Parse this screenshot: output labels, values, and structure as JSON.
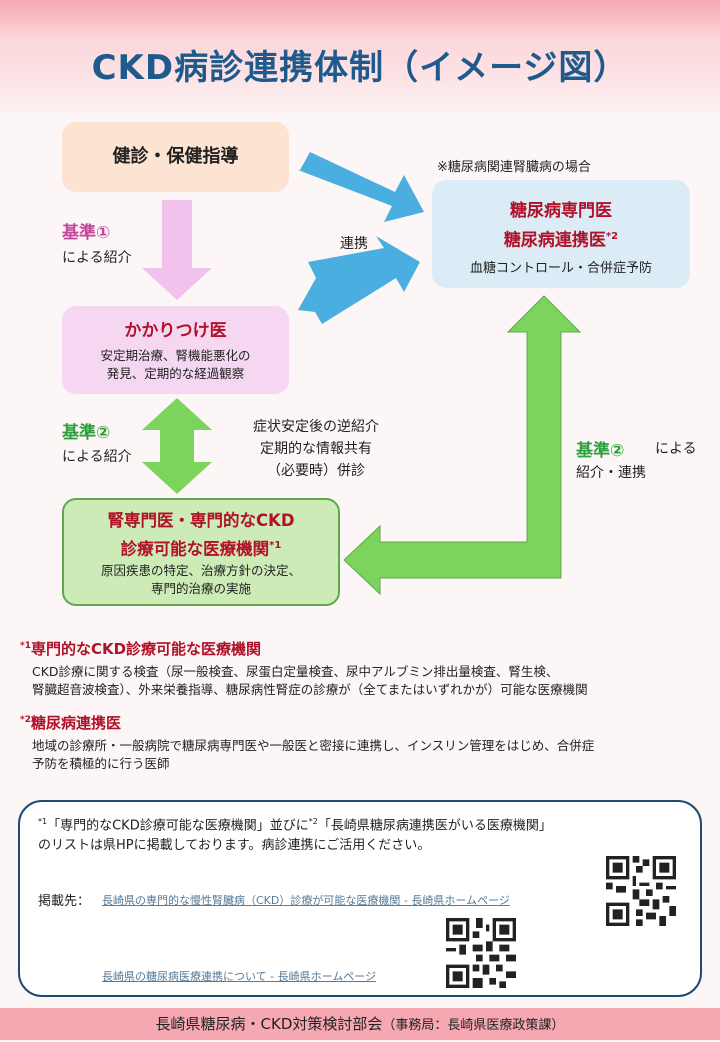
{
  "title": "CKD病診連携体制（イメージ図）",
  "note_top": "※糖尿病関連腎臓病の場合",
  "kenshin": "健診・保健指導",
  "kakari": {
    "title": "かかりつけ医",
    "line1": "安定期治療、腎機能悪化の",
    "line2": "発見、定期的な経過観察"
  },
  "senmon": {
    "line1": "糖尿病専門医",
    "line2": "糖尿病連携医",
    "sup": "*2",
    "desc": "血糖コントロール・合併症予防"
  },
  "jin": {
    "line1": "腎専門医・専門的なCKD",
    "line2": "診療可能な医療機関",
    "sup": "*1",
    "desc1": "原因疾患の特定、治療方針の決定、",
    "desc2": "専門的治療の実施"
  },
  "kijun1": {
    "label": "基準①",
    "sub": "による紹介"
  },
  "kijun2_left": {
    "label": "基準②",
    "sub": "による紹介"
  },
  "kijun2_right": {
    "label": "基準②",
    "after": "による",
    "sub": "紹介・連携"
  },
  "renkei": "連携",
  "center": {
    "l1": "症状安定後の逆紹介",
    "l2": "定期的な情報共有",
    "l3": "（必要時）併診"
  },
  "note1": {
    "sup": "*1",
    "title": "専門的なCKD診療可能な医療機関",
    "body1": "CKD診療に関する検査（尿一般検査、尿蛋白定量検査、尿中アルブミン排出量検査、腎生検、",
    "body2": "腎臓超音波検査）、外来栄養指導、糖尿病性腎症の診療が（全てまたはいずれかが）可能な医療機関"
  },
  "note2": {
    "sup": "*2",
    "title": "糖尿病連携医",
    "body1": "地域の診療所・一般病院で糖尿病専門医や一般医と密接に連携し、インスリン管理をはじめ、合併症",
    "body2": "予防を積極的に行う医師"
  },
  "info": {
    "sup1": "*1",
    "p1": "「専門的なCKD診療可能な医療機関」並びに",
    "sup2": "*2",
    "p2": "「長崎県糖尿病連携医がいる医療機関」",
    "line2": "のリストは県HPに掲載しております。病診連携にご活用ください。",
    "label": "掲載先：",
    "link1": "長崎県の専門的な慢性腎臓病（CKD）診療が可能な医療機関 - 長崎県ホームページ",
    "link2": "長崎県の糖尿病医療連携について - 長崎県ホームページ"
  },
  "footer": {
    "main": "長崎県糖尿病・CKD対策検討部会",
    "sub": "（事務局：長崎県医療政策課）"
  },
  "colors": {
    "accent_red": "#b0122a",
    "title_blue": "#1f5a8c",
    "arrow_green": "#7cd45c",
    "arrow_blue": "#4aaee0",
    "arrow_pink": "#f2c2ec"
  }
}
